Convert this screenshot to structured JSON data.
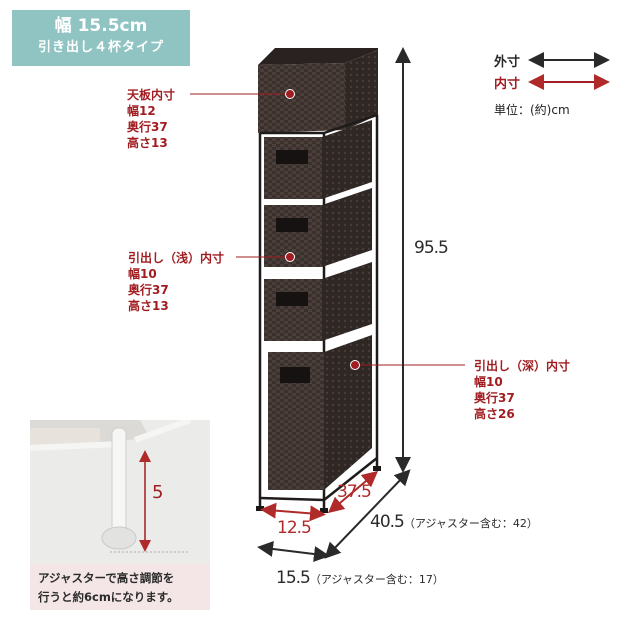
{
  "badge": {
    "width_label": "幅 15.5cm",
    "subtitle": "引き出し４杯タイプ",
    "color": "#8fc4c2"
  },
  "legend": {
    "outer": {
      "label": "外寸",
      "color": "#2a2a2a"
    },
    "inner": {
      "label": "内寸",
      "color": "#a11d21"
    },
    "unit": "単位：(約)cm"
  },
  "callouts": {
    "top_tray": {
      "title": "天板内寸",
      "lines": [
        "幅12",
        "奥行37",
        "高さ13"
      ]
    },
    "shallow_drawer": {
      "title": "引出し（浅）内寸",
      "lines": [
        "幅10",
        "奥行37",
        "高さ13"
      ]
    },
    "deep_drawer": {
      "title": "引出し（深）内寸",
      "lines": [
        "幅10",
        "奥行37",
        "高さ26"
      ]
    }
  },
  "dimensions": {
    "height": "95.5",
    "inner_width": "12.5",
    "inner_depth": "37.5",
    "depth": "40.5",
    "depth_note": "（アジャスター含む：42）",
    "width": "15.5",
    "width_note": "（アジャスター含む：17）"
  },
  "inset": {
    "adjuster_height": "5",
    "note_line1": "アジャスターで高さ調節を",
    "note_line2": "行うと約6cmになります。"
  },
  "colors": {
    "rattan": "#3a302c",
    "frame": "#1f1b1a",
    "inner_dim": "#a11d21"
  }
}
